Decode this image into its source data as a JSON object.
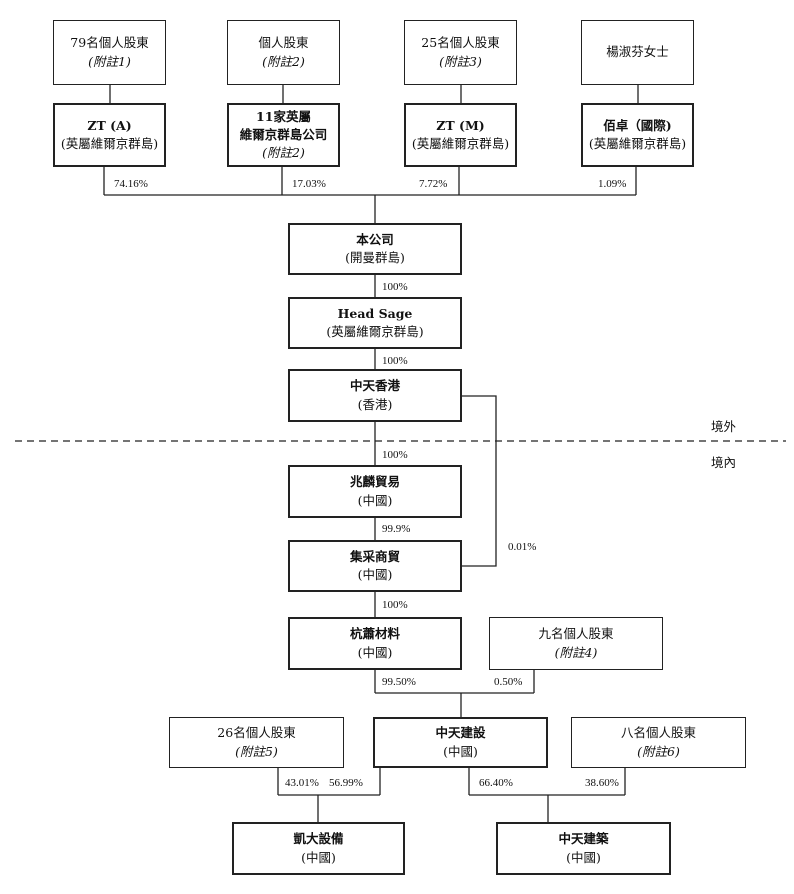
{
  "entities": {
    "sh79": {
      "line1": "79名個人股東",
      "line2": "(附註1)"
    },
    "individual": {
      "line1": "個人股東",
      "line2": "(附註2)"
    },
    "sh25": {
      "line1": "25名個人股東",
      "line2": "(附註3)"
    },
    "yang": {
      "line1": "楊淑芬女士"
    },
    "zta": {
      "line1": "ZT (A)",
      "line2": "(英屬維爾京群島)"
    },
    "bvi11": {
      "line1": "11家英屬",
      "line2": "維爾京群島公司",
      "line3": "(附註2)"
    },
    "ztm": {
      "line1": "ZT (M)",
      "line2": "(英屬維爾京群島)"
    },
    "baizhuo": {
      "line1": "佰卓（國際)",
      "line2": "(英屬維爾京群島)"
    },
    "company": {
      "line1": "本公司",
      "line2": "(開曼群島)"
    },
    "headsage": {
      "line1": "Head Sage",
      "line2": "(英屬維爾京群島)"
    },
    "zthk": {
      "line1": "中天香港",
      "line2": "(香港)"
    },
    "zhaolin": {
      "line1": "兆麟貿易",
      "line2": "(中國)"
    },
    "jicai": {
      "line1": "集采商貿",
      "line2": "(中國)"
    },
    "hangxiao": {
      "line1": "杭蕭材料",
      "line2": "(中國)"
    },
    "sh9": {
      "line1": "九名個人股東",
      "line2": "(附註4)"
    },
    "sh26": {
      "line1": "26名個人股東",
      "line2": "(附註5)"
    },
    "ztjs": {
      "line1": "中天建設",
      "line2": "(中國)"
    },
    "sh8": {
      "line1": "八名個人股東",
      "line2": "(附註6)"
    },
    "kaida": {
      "line1": "凱大設備",
      "line2": "(中國)"
    },
    "ztjz": {
      "line1": "中天建築",
      "line2": "(中國)"
    }
  },
  "percentages": {
    "zta": "74.16%",
    "bvi11": "17.03%",
    "ztm": "7.72%",
    "baizhuo": "1.09%",
    "headsage": "100%",
    "zthk": "100%",
    "zhaolin": "100%",
    "jicai": "99.9%",
    "jicai_hk": "0.01%",
    "hangxiao": "100%",
    "ztjs_hx": "99.50%",
    "ztjs_sh9": "0.50%",
    "kaida_sh26": "43.01%",
    "kaida_ztjs": "56.99%",
    "ztjz_ztjs": "66.40%",
    "ztjz_sh8": "38.60%"
  },
  "regions": {
    "offshore": "境外",
    "onshore": "境內"
  }
}
